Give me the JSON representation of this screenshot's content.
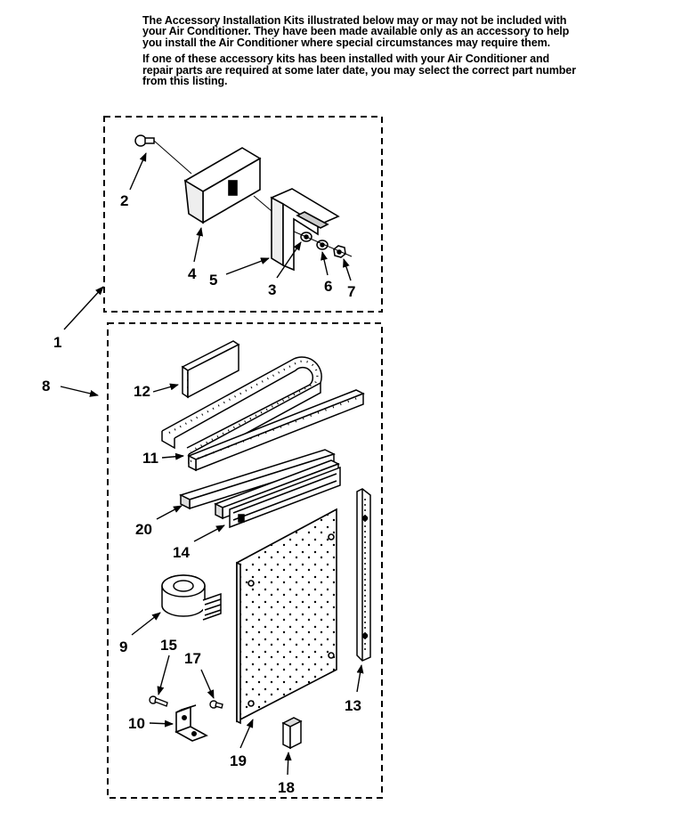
{
  "intro": {
    "paragraph1": "The Accessory Installation Kits illustrated below may or may not be included with your Air Conditioner. They have been made available only as an accessory to help you install the Air Conditioner where special circumstances may require them.",
    "paragraph2": "If one of these accessory kits has been installed with your Air Conditioner and repair parts are required at some later date, you may select the correct part number from this listing."
  },
  "callouts": {
    "c1": "1",
    "c2": "2",
    "c3": "3",
    "c4": "4",
    "c5": "5",
    "c6": "6",
    "c7": "7",
    "c8": "8",
    "c9": "9",
    "c10": "10",
    "c11": "11",
    "c12": "12",
    "c13": "13",
    "c14": "14",
    "c15": "15",
    "c17": "17",
    "c18": "18",
    "c19": "19",
    "c20": "20"
  }
}
